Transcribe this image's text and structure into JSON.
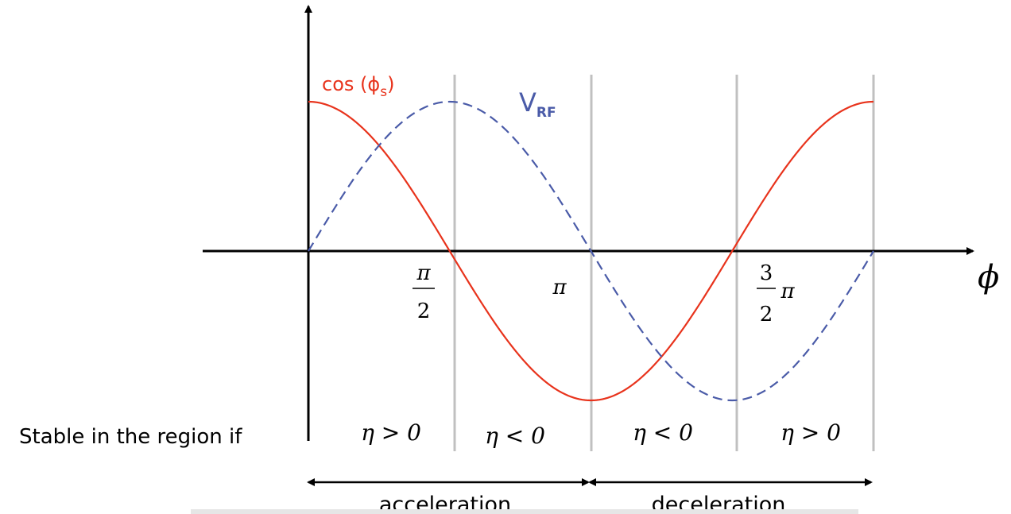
{
  "labels": {
    "cos_curve": "cos (ϕ",
    "cos_curve_sub": "s",
    "cos_curve_close": ")",
    "vrf_main": "V",
    "vrf_sub": "RF",
    "axis_phi": "ϕ",
    "tick_half_pi_num": "π",
    "tick_half_pi_den": "2",
    "tick_pi": "π",
    "tick_three_half_num": "3",
    "tick_three_half_den": "2",
    "tick_three_half_pi": "π",
    "stable_text": "Stable in the region if",
    "region1": "η > 0",
    "region2": "η < 0",
    "region3": "η < 0",
    "region4": "η > 0",
    "acceleration": "acceleration",
    "deceleration": "deceleration"
  },
  "colors": {
    "cos_curve": "#e8331c",
    "vrf_curve": "#4a5ba8",
    "axis": "#000000",
    "divider": "#c0c0c0"
  }
}
